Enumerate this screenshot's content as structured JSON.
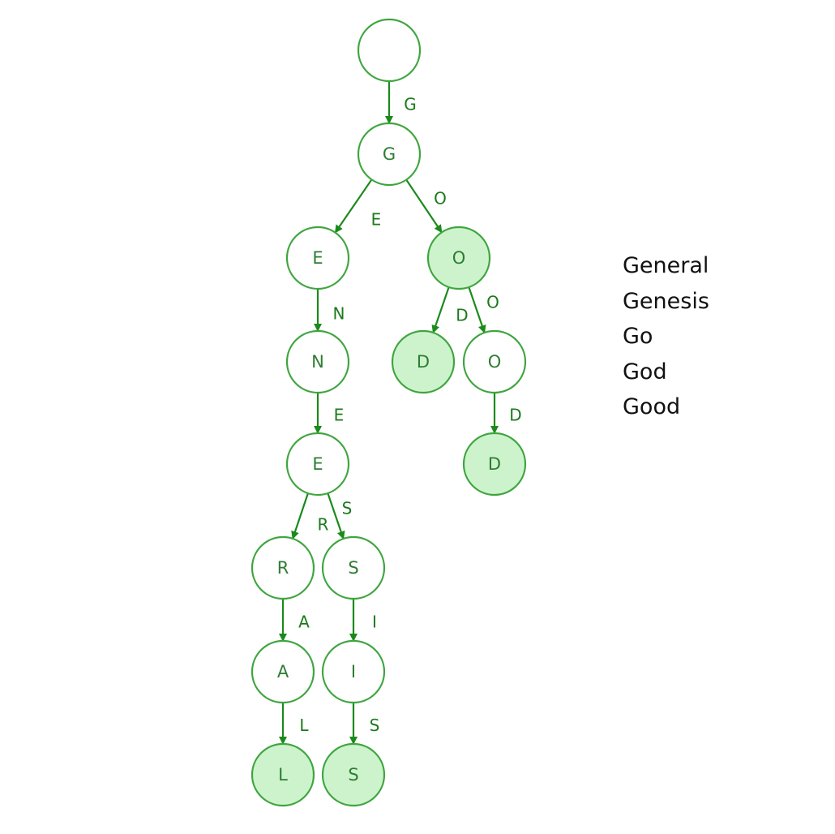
{
  "colors": {
    "stroke": "#3fa53f",
    "edge": "#1b8a1b",
    "terminal_fill": "#cdf3cd",
    "node_fill": "#ffffff",
    "node_text": "#2e7d32",
    "edge_text": "#1b7a1b"
  },
  "trie": {
    "nodes": [
      {
        "id": "root",
        "label": "",
        "terminal": false
      },
      {
        "id": "g",
        "label": "G",
        "terminal": false
      },
      {
        "id": "ge",
        "label": "E",
        "terminal": false
      },
      {
        "id": "gen",
        "label": "N",
        "terminal": false
      },
      {
        "id": "gene",
        "label": "E",
        "terminal": false
      },
      {
        "id": "gener",
        "label": "R",
        "terminal": false
      },
      {
        "id": "genera",
        "label": "A",
        "terminal": false
      },
      {
        "id": "general",
        "label": "L",
        "terminal": true
      },
      {
        "id": "genes",
        "label": "S",
        "terminal": false
      },
      {
        "id": "genesi",
        "label": "I",
        "terminal": false
      },
      {
        "id": "genesis",
        "label": "S",
        "terminal": true
      },
      {
        "id": "go",
        "label": "O",
        "terminal": true
      },
      {
        "id": "god",
        "label": "D",
        "terminal": true
      },
      {
        "id": "goo",
        "label": "O",
        "terminal": false
      },
      {
        "id": "good",
        "label": "D",
        "terminal": true
      }
    ],
    "edges": [
      {
        "from": "root",
        "to": "g",
        "label": "G"
      },
      {
        "from": "g",
        "to": "ge",
        "label": "E"
      },
      {
        "from": "g",
        "to": "go",
        "label": "O"
      },
      {
        "from": "ge",
        "to": "gen",
        "label": "N"
      },
      {
        "from": "gen",
        "to": "gene",
        "label": "E"
      },
      {
        "from": "gene",
        "to": "gener",
        "label": "R"
      },
      {
        "from": "gene",
        "to": "genes",
        "label": "S"
      },
      {
        "from": "gener",
        "to": "genera",
        "label": "A"
      },
      {
        "from": "genera",
        "to": "general",
        "label": "L"
      },
      {
        "from": "genes",
        "to": "genesi",
        "label": "I"
      },
      {
        "from": "genesi",
        "to": "genesis",
        "label": "S"
      },
      {
        "from": "go",
        "to": "god",
        "label": "D"
      },
      {
        "from": "go",
        "to": "goo",
        "label": "O"
      },
      {
        "from": "goo",
        "to": "good",
        "label": "D"
      }
    ]
  },
  "words": [
    "General",
    "Genesis",
    "Go",
    "God",
    "Good"
  ]
}
